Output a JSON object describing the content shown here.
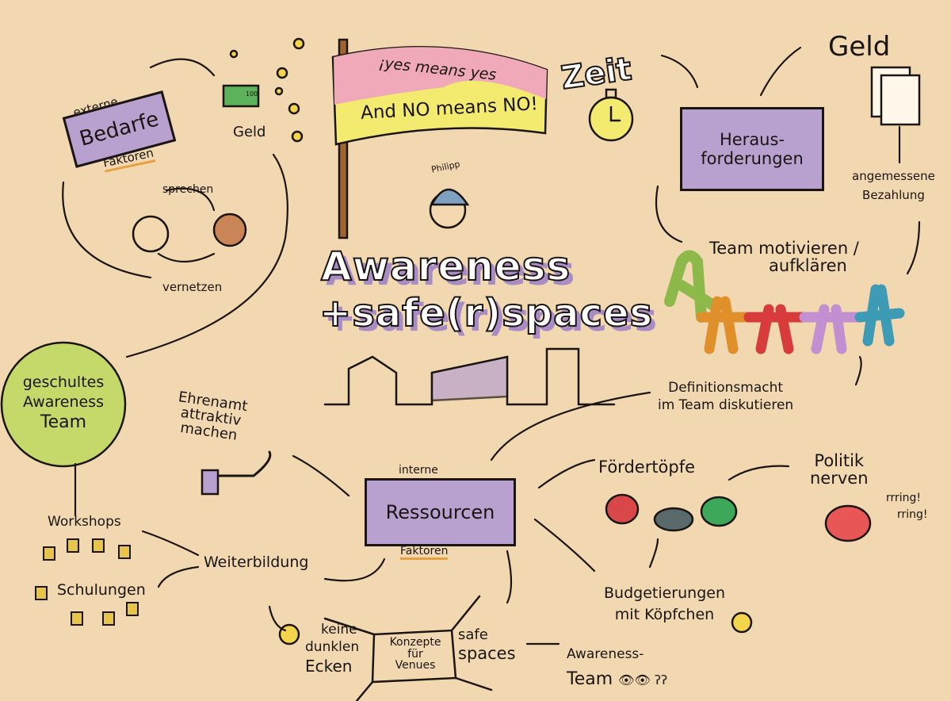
{
  "title": {
    "line1": "Awareness",
    "line2": "+safe(r)spaces"
  },
  "flag": {
    "line1": "¡yes means yes",
    "line2": "And NO means NO!"
  },
  "person_name": "Philipp",
  "bedarfe": {
    "top": "externe",
    "main": "Bedarfe",
    "bottom": "Faktoren"
  },
  "geld_left": "Geld",
  "money_note": "100",
  "sprechen": "sprechen",
  "vernetzen": "vernetzen",
  "awareness_team_circle": [
    "geschultes",
    "Awareness",
    "Team"
  ],
  "zeit": "Zeit",
  "geld_right": "Geld",
  "herausforderungen": [
    "Heraus-",
    "forderungen"
  ],
  "bezahlung": [
    "angemessene",
    "Bezahlung"
  ],
  "team_motivieren": [
    "Team motivieren /",
    "aufklären"
  ],
  "definitionsmacht": [
    "Definitionsmacht",
    "im Team diskutieren"
  ],
  "ehrenamt": [
    "Ehrenamt",
    "attraktiv",
    "machen"
  ],
  "ressourcen": {
    "top": "interne",
    "main": "Ressourcen",
    "bottom": "Faktoren"
  },
  "foerdertoepfe": "Fördertöpfe",
  "politik": [
    "Politik",
    "nerven"
  ],
  "rring": [
    "rrring!",
    "rring!"
  ],
  "budget": [
    "Budgetierungen",
    "mit Köpfchen"
  ],
  "workshops": "Workshops",
  "schulungen": "Schulungen",
  "weiterbildung": "Weiterbildung",
  "keine": [
    "keine",
    "dunklen",
    "Ecken"
  ],
  "konzepte": [
    "Konzepte",
    "für",
    "Venues"
  ],
  "safe_spaces": [
    "safe",
    "spaces"
  ],
  "awareness_team_bottom": [
    "Awareness-",
    "Team"
  ],
  "colors": {
    "paper": "#f2d8b0",
    "purple": "#b9a1cf",
    "pink": "#efa9b8",
    "yellow": "#f3ea70",
    "green": "#c5d96a"
  }
}
